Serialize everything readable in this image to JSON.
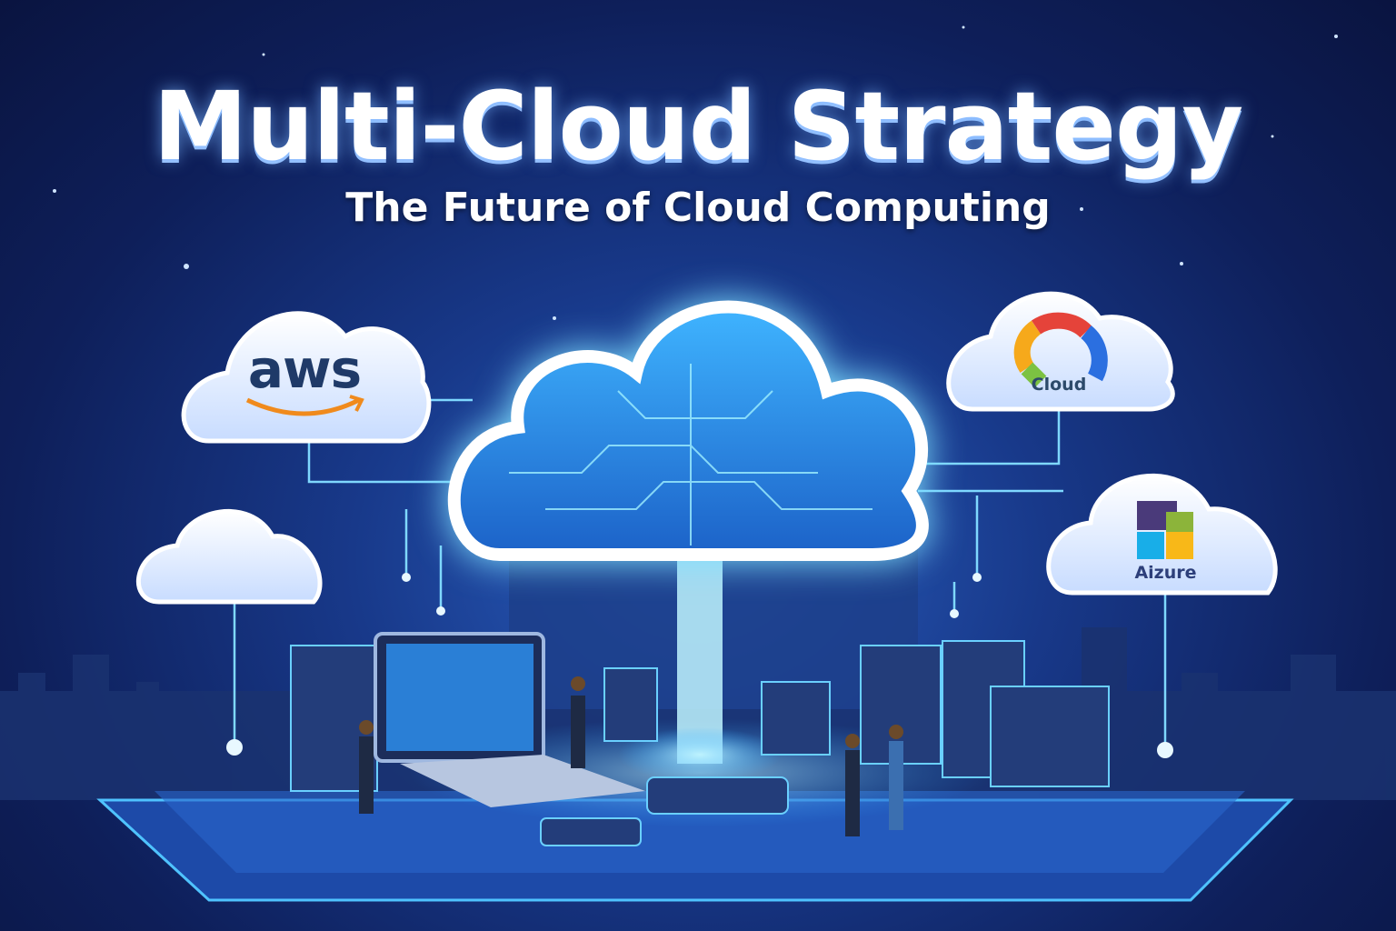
{
  "header": {
    "title": "Multi-Cloud Strategy",
    "subtitle": "The Future of Cloud Computing"
  },
  "providers": [
    {
      "name": "aws",
      "icon": "aws-smile-logo",
      "color": "#1f3a68",
      "accent": "#f08a1c"
    },
    {
      "name": "Cloud",
      "icon": "google-cloud-logo",
      "color": "#2c4a6a"
    },
    {
      "name": "Aizure",
      "icon": "azure-squares-logo",
      "color": "#2d3f7a"
    }
  ],
  "colors": {
    "background": "#18398a",
    "glow": "#7fe0ff",
    "cloud_fill": "#e6f0ff"
  }
}
